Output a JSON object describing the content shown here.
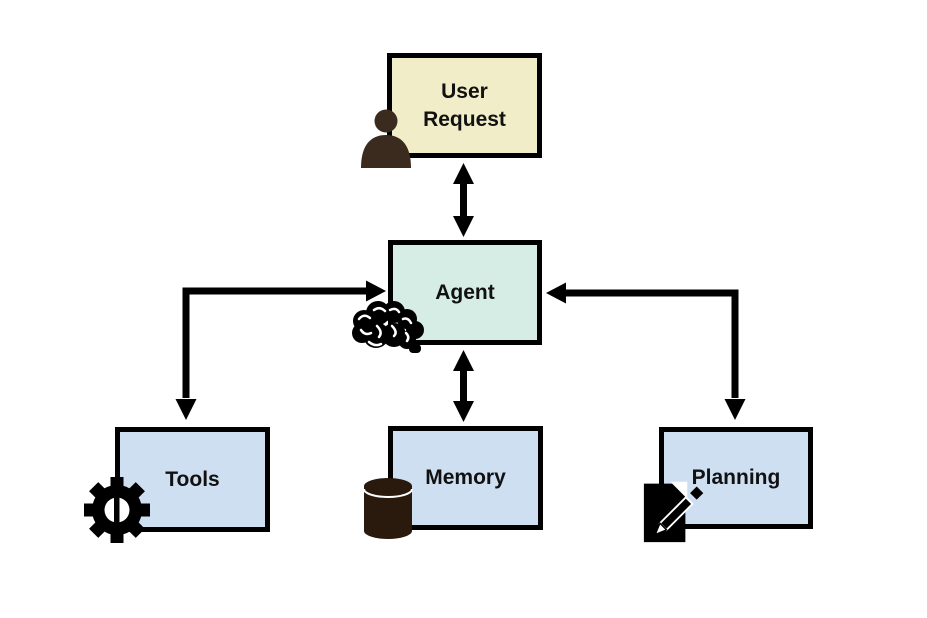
{
  "nodes": {
    "user_request": {
      "label": "User Request",
      "fill": "#F2EDC9",
      "icon": "person-icon"
    },
    "agent": {
      "label": "Agent",
      "fill": "#D5EDE4",
      "icon": "brain-icon"
    },
    "tools": {
      "label": "Tools",
      "fill": "#CEDFF2",
      "icon": "gear-icon"
    },
    "memory": {
      "label": "Memory",
      "fill": "#CEDFF2",
      "icon": "database-icon"
    },
    "planning": {
      "label": "Planning",
      "fill": "#CEDFF2",
      "icon": "document-pencil-icon"
    }
  },
  "edges": [
    {
      "from": "user_request",
      "to": "agent",
      "style": "straight",
      "direction": "bidirectional"
    },
    {
      "from": "agent",
      "to": "memory",
      "style": "straight",
      "direction": "bidirectional"
    },
    {
      "from": "agent",
      "to": "tools",
      "style": "elbow",
      "direction": "bidirectional"
    },
    {
      "from": "agent",
      "to": "planning",
      "style": "elbow",
      "direction": "bidirectional"
    }
  ],
  "colors": {
    "background": "#FFFFFF",
    "border": "#000000",
    "stroke": "#000000",
    "text": "#111111",
    "black_icon": "#000000",
    "person_icon": "#3B2B1E",
    "database_icon": "#2A1A0D"
  }
}
